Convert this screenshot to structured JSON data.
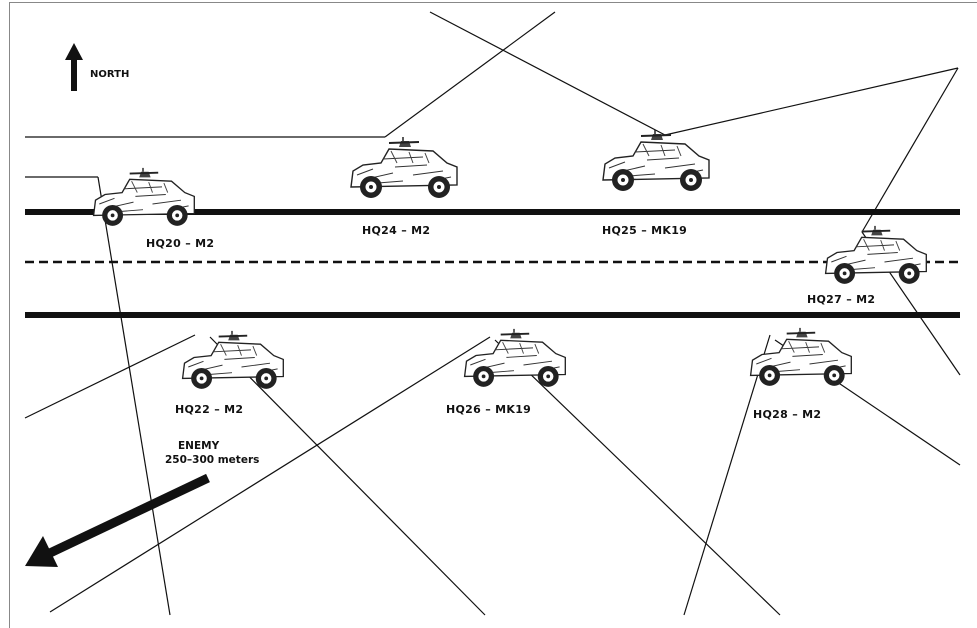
{
  "north": {
    "label": "NORTH",
    "icon": "north-arrow-icon"
  },
  "enemy": {
    "title": "ENEMY",
    "distance": "250–300 meters",
    "icon": "enemy-direction-arrow-icon"
  },
  "vehicles": [
    {
      "id": "hq20",
      "label": "HQ20 – M2"
    },
    {
      "id": "hq24",
      "label": "HQ24 – M2"
    },
    {
      "id": "hq25",
      "label": "HQ25 – MK19"
    },
    {
      "id": "hq27",
      "label": "HQ27 – M2"
    },
    {
      "id": "hq22",
      "label": "HQ22 – M2"
    },
    {
      "id": "hq26",
      "label": "HQ26 – MK19"
    },
    {
      "id": "hq28",
      "label": "HQ28 – M2"
    }
  ]
}
